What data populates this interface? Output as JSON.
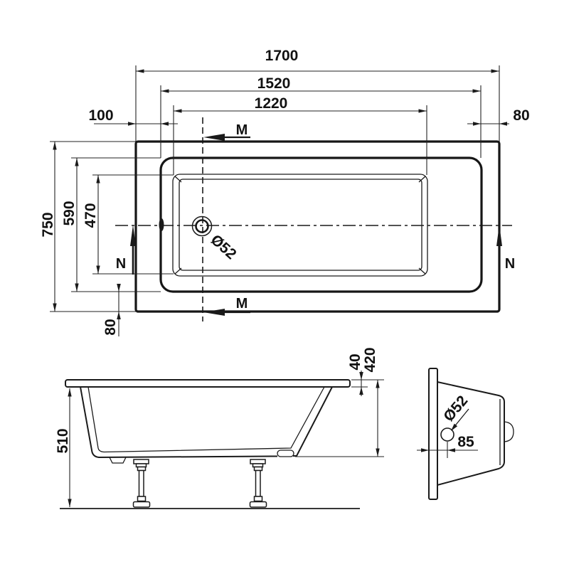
{
  "drawing": {
    "top_view": {
      "overall_length": "1700",
      "basin_length": "1520",
      "floor_length": "1220",
      "left_offset": "100",
      "right_offset": "80",
      "overall_width": "750",
      "basin_width": "590",
      "floor_width": "470",
      "rim_offset": "80",
      "drain_diameter": "Ø52",
      "section_m": "M",
      "section_n": "N"
    },
    "side_view": {
      "total_height": "510",
      "rim_height": "40",
      "shell_height": "420"
    },
    "end_view": {
      "drain_diameter": "Ø52",
      "drain_offset": "85"
    }
  }
}
